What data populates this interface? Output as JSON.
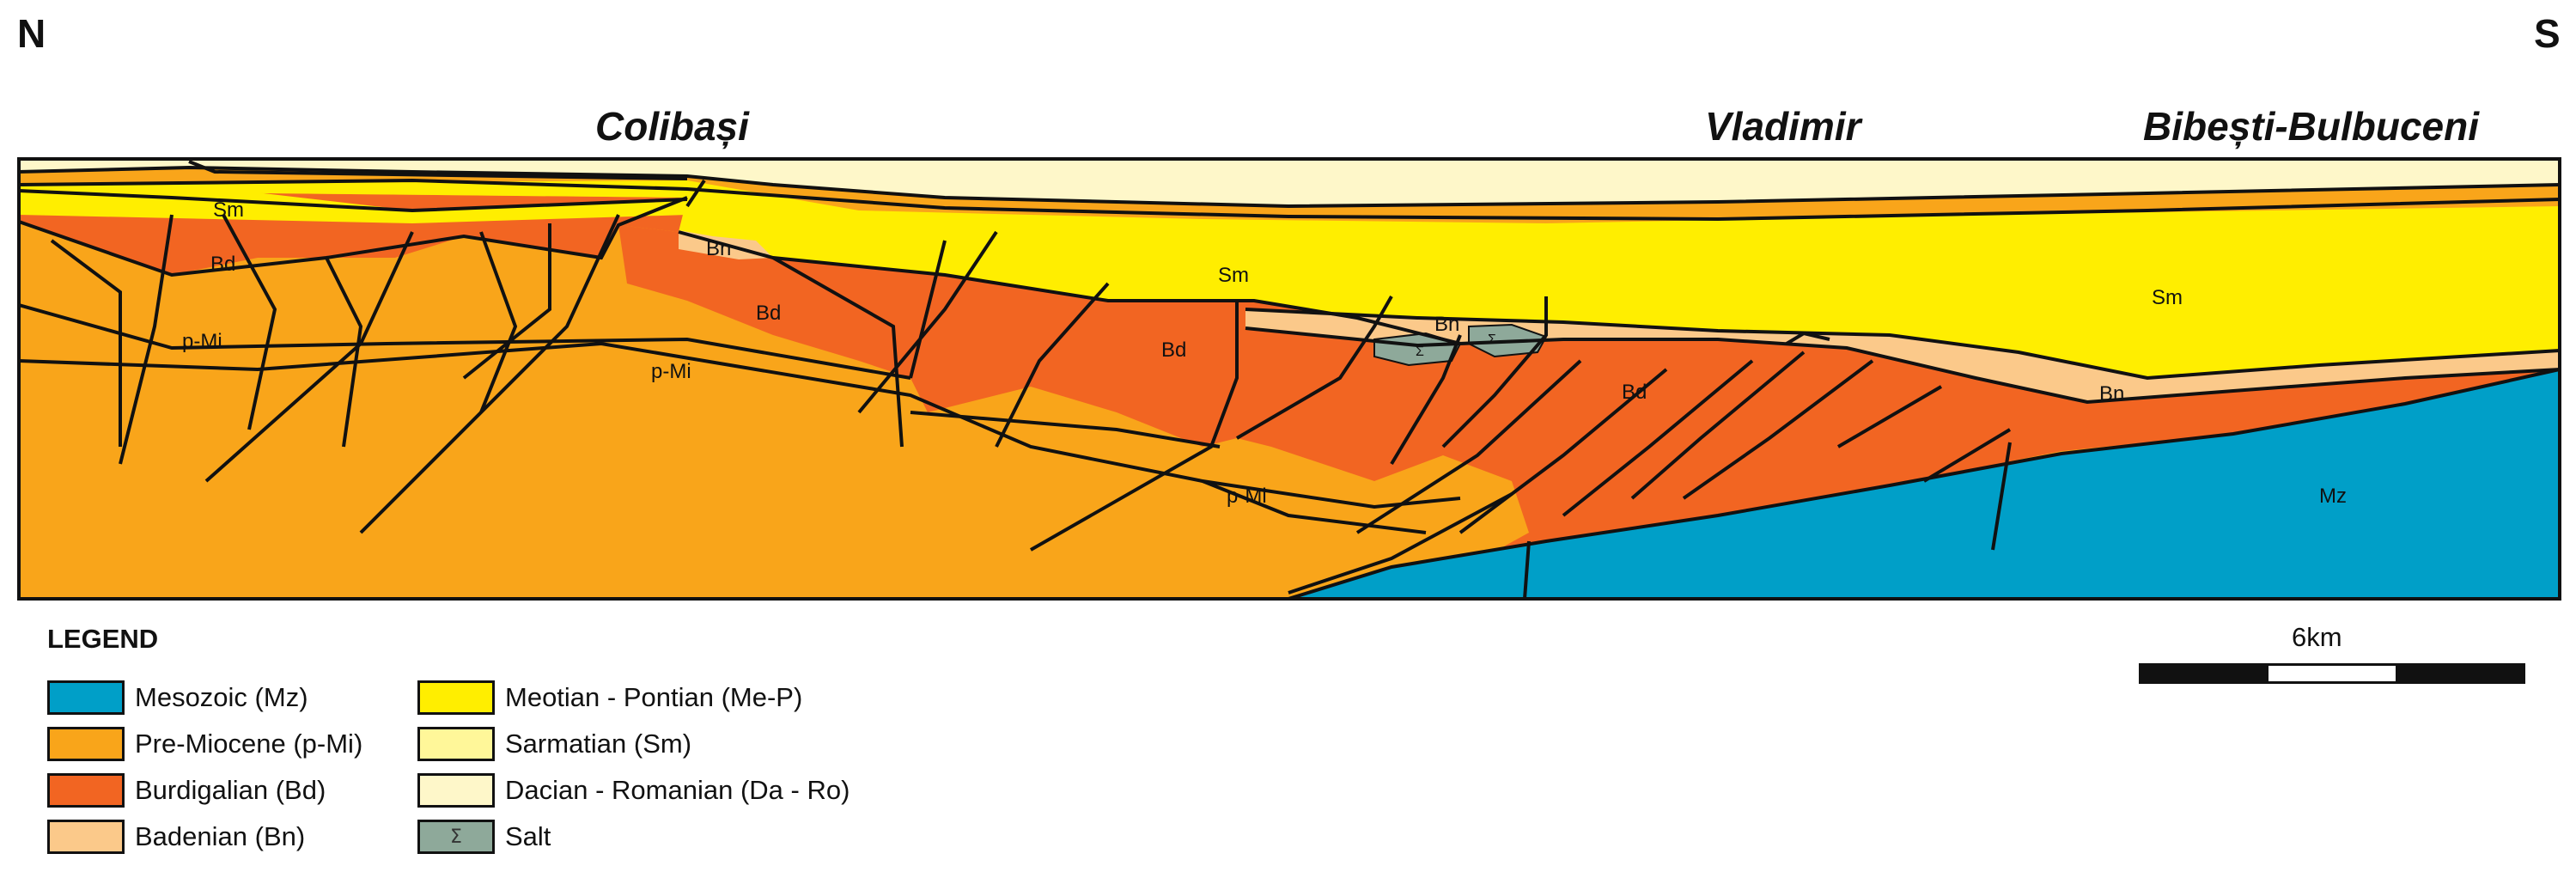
{
  "orientation": {
    "north": "N",
    "south": "S"
  },
  "localities": [
    {
      "name": "Colibași"
    },
    {
      "name": "Vladimir"
    },
    {
      "name": "Bibești-Bulbuceni"
    }
  ],
  "section_labels": {
    "sm": "Sm",
    "bd": "Bd",
    "bn": "Bn",
    "pmi": "p-Mi",
    "mz": "Mz"
  },
  "legend": {
    "title": "LEGEND",
    "items": [
      {
        "label": "Mesozoic (Mz)",
        "color": "#009fc8",
        "symbol": ""
      },
      {
        "label": "Pre-Miocene (p-Mi)",
        "color": "#f9a51a",
        "symbol": ""
      },
      {
        "label": "Burdigalian (Bd)",
        "color": "#f26522",
        "symbol": ""
      },
      {
        "label": "Badenian (Bn)",
        "color": "#fbc98a",
        "symbol": ""
      },
      {
        "label": "Meotian - Pontian (Me-P)",
        "color": "#ffee00",
        "symbol": ""
      },
      {
        "label": "Sarmatian (Sm)",
        "color": "#fff799",
        "symbol": ""
      },
      {
        "label": "Dacian - Romanian (Da - Ro)",
        "color": "#fef7c9",
        "symbol": ""
      },
      {
        "label": "Salt",
        "color": "#8ea99a",
        "symbol": "Σ"
      }
    ]
  },
  "scale": {
    "label": "6km",
    "segment_colors": [
      "#111111",
      "#ffffff",
      "#111111"
    ]
  }
}
